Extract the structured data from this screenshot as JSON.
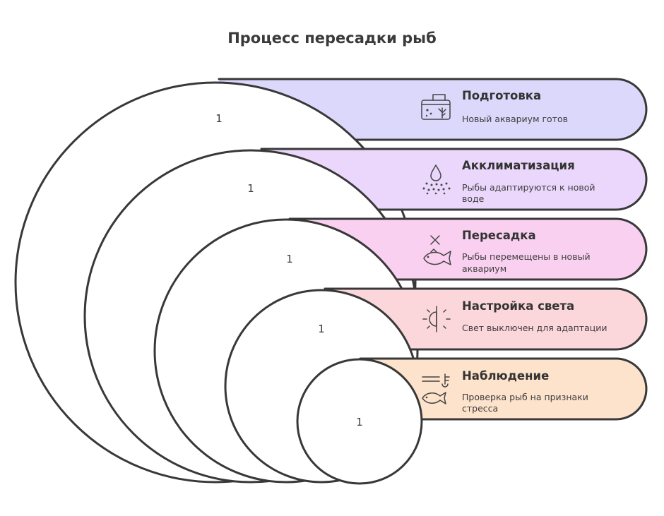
{
  "title": "Процесс пересадки рыб",
  "steps": [
    {
      "number": "1",
      "title": "Подготовка",
      "description_lines": [
        "Новый аквариум готов"
      ],
      "color": "#dcd8fb",
      "icon": "aquarium-icon"
    },
    {
      "number": "1",
      "title": "Акклиматизация",
      "description_lines": [
        "Рыбы адаптируются к новой",
        "воде"
      ],
      "color": "#ead7fb",
      "icon": "water-drop-icon"
    },
    {
      "number": "1",
      "title": "Пересадка",
      "description_lines": [
        "Рыбы перемещены в новый",
        "аквариум"
      ],
      "color": "#f9d0ef",
      "icon": "fish-transfer-icon"
    },
    {
      "number": "1",
      "title": "Настройка света",
      "description_lines": [
        "Свет выключен для адаптации"
      ],
      "color": "#fbd7dc",
      "icon": "light-off-icon"
    },
    {
      "number": "1",
      "title": "Наблюдение",
      "description_lines": [
        "Проверка рыб на признаки",
        "стресса"
      ],
      "color": "#fde2cc",
      "icon": "fish-observation-icon"
    }
  ]
}
